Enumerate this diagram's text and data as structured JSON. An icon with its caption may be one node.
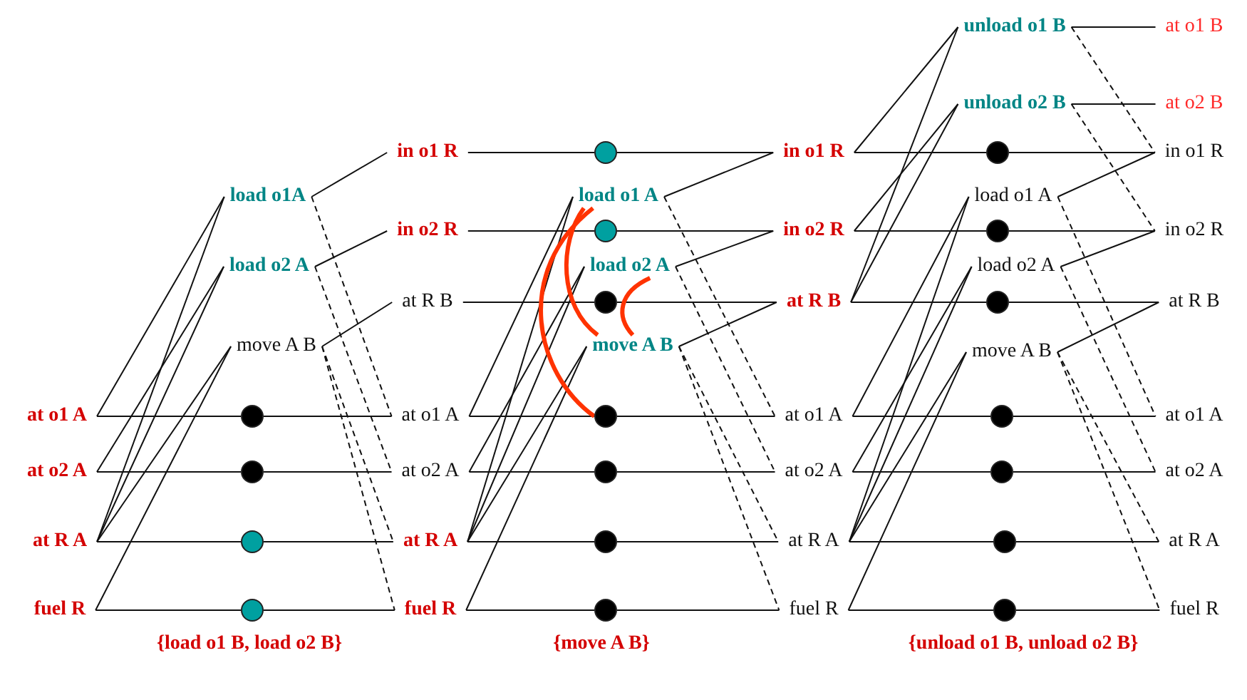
{
  "diagram": {
    "nodes": [
      {
        "text": [
          "at o1 A"
        ]
      },
      {
        "text": [
          "at o2 A"
        ]
      },
      {
        "text": [
          "at R A"
        ]
      },
      {
        "text": [
          "fuel R"
        ]
      },
      {
        "text": [
          "load o1A"
        ]
      },
      {
        "text": [
          "load o2 A"
        ]
      },
      {
        "text": [
          "move A B"
        ]
      },
      {
        "text": [],
        "shape": "circle"
      },
      {
        "text": [],
        "shape": "circle"
      },
      {
        "text": [],
        "shape": "circle"
      },
      {
        "text": [],
        "shape": "circle"
      },
      {
        "text": [
          "in o1 R"
        ]
      },
      {
        "text": [
          "in o2 R"
        ]
      },
      {
        "text": [
          "at R B"
        ]
      },
      {
        "text": [
          "at o1 A"
        ]
      },
      {
        "text": [
          "at o2 A"
        ]
      },
      {
        "text": [
          "at R A"
        ]
      },
      {
        "text": [
          "fuel R"
        ]
      },
      {
        "text": [
          "load o1 A"
        ]
      },
      {
        "text": [
          "load o2 A"
        ]
      },
      {
        "text": [
          "move A B"
        ]
      },
      {
        "text": [],
        "shape": "circle"
      },
      {
        "text": [],
        "shape": "circle"
      },
      {
        "text": [],
        "shape": "circle"
      },
      {
        "text": [],
        "shape": "circle"
      },
      {
        "text": [],
        "shape": "circle"
      },
      {
        "text": [],
        "shape": "circle"
      },
      {
        "text": [],
        "shape": "circle"
      },
      {
        "text": [
          "in o1 R"
        ]
      },
      {
        "text": [
          "in o2 R"
        ]
      },
      {
        "text": [
          "at R B"
        ]
      },
      {
        "text": [
          "at o1 A"
        ]
      },
      {
        "text": [
          "at o2 A"
        ]
      },
      {
        "text": [
          "at R A"
        ]
      },
      {
        "text": [
          "fuel R"
        ]
      },
      {
        "text": [
          "unload o1 B"
        ]
      },
      {
        "text": [
          "unload o2 B"
        ]
      },
      {
        "text": [
          "load o1 A"
        ]
      },
      {
        "text": [
          "load o2 A"
        ]
      },
      {
        "text": [
          "move A B"
        ]
      },
      {
        "text": [],
        "shape": "circle"
      },
      {
        "text": [],
        "shape": "circle"
      },
      {
        "text": [],
        "shape": "circle"
      },
      {
        "text": [],
        "shape": "circle"
      },
      {
        "text": [],
        "shape": "circle"
      },
      {
        "text": [],
        "shape": "circle"
      },
      {
        "text": [],
        "shape": "circle"
      },
      {
        "text": [
          "at o1 B"
        ]
      },
      {
        "text": [
          "at o2 B"
        ]
      },
      {
        "text": [
          "in o1 R"
        ]
      },
      {
        "text": [
          "in o2 R"
        ]
      },
      {
        "text": [
          "at R B"
        ]
      },
      {
        "text": [
          "at o1 A"
        ]
      },
      {
        "text": [
          "at o2 A"
        ]
      },
      {
        "text": [
          "at R A"
        ]
      },
      {
        "text": [
          "fuel R"
        ]
      }
    ],
    "edges": [
      {
        "from": 0,
        "to": 4,
        "arrow": "none"
      },
      {
        "from": 2,
        "to": 4,
        "arrow": "none"
      },
      {
        "from": 1,
        "to": 5,
        "arrow": "none"
      },
      {
        "from": 2,
        "to": 5,
        "arrow": "none"
      },
      {
        "from": 2,
        "to": 6,
        "arrow": "none"
      },
      {
        "from": 3,
        "to": 6,
        "arrow": "none"
      },
      {
        "from": 4,
        "to": 11,
        "arrow": "none"
      },
      {
        "from": 4,
        "to": 14,
        "arrow": "none",
        "style": "dashed"
      },
      {
        "from": 5,
        "to": 12,
        "arrow": "none"
      },
      {
        "from": 5,
        "to": 15,
        "arrow": "none",
        "style": "dashed"
      },
      {
        "from": 6,
        "to": 13,
        "arrow": "none"
      },
      {
        "from": 6,
        "to": 16,
        "arrow": "none",
        "style": "dashed"
      },
      {
        "from": 6,
        "to": 17,
        "arrow": "none",
        "style": "dashed"
      },
      {
        "from": 0,
        "to": 7,
        "arrow": "none"
      },
      {
        "from": 7,
        "to": 14,
        "arrow": "none"
      },
      {
        "from": 1,
        "to": 8,
        "arrow": "none"
      },
      {
        "from": 8,
        "to": 15,
        "arrow": "none"
      },
      {
        "from": 2,
        "to": 9,
        "arrow": "none"
      },
      {
        "from": 9,
        "to": 16,
        "arrow": "none"
      },
      {
        "from": 3,
        "to": 10,
        "arrow": "none"
      },
      {
        "from": 10,
        "to": 17,
        "arrow": "none"
      },
      {
        "from": 14,
        "to": 18,
        "arrow": "none"
      },
      {
        "from": 16,
        "to": 18,
        "arrow": "none"
      },
      {
        "from": 15,
        "to": 19,
        "arrow": "none"
      },
      {
        "from": 16,
        "to": 19,
        "arrow": "none"
      },
      {
        "from": 16,
        "to": 20,
        "arrow": "none"
      },
      {
        "from": 17,
        "to": 20,
        "arrow": "none"
      },
      {
        "from": 18,
        "to": 28,
        "arrow": "none"
      },
      {
        "from": 18,
        "to": 31,
        "arrow": "none",
        "style": "dashed"
      },
      {
        "from": 19,
        "to": 29,
        "arrow": "none"
      },
      {
        "from": 19,
        "to": 32,
        "arrow": "none",
        "style": "dashed"
      },
      {
        "from": 20,
        "to": 30,
        "arrow": "none"
      },
      {
        "from": 20,
        "to": 33,
        "arrow": "none",
        "style": "dashed"
      },
      {
        "from": 20,
        "to": 34,
        "arrow": "none",
        "style": "dashed"
      },
      {
        "from": 11,
        "to": 21,
        "arrow": "none"
      },
      {
        "from": 21,
        "to": 28,
        "arrow": "none"
      },
      {
        "from": 12,
        "to": 22,
        "arrow": "none"
      },
      {
        "from": 22,
        "to": 29,
        "arrow": "none"
      },
      {
        "from": 13,
        "to": 23,
        "arrow": "none"
      },
      {
        "from": 23,
        "to": 30,
        "arrow": "none"
      },
      {
        "from": 14,
        "to": 24,
        "arrow": "none"
      },
      {
        "from": 24,
        "to": 31,
        "arrow": "none"
      },
      {
        "from": 15,
        "to": 25,
        "arrow": "none"
      },
      {
        "from": 25,
        "to": 32,
        "arrow": "none"
      },
      {
        "from": 16,
        "to": 26,
        "arrow": "none"
      },
      {
        "from": 26,
        "to": 33,
        "arrow": "none"
      },
      {
        "from": 17,
        "to": 27,
        "arrow": "none"
      },
      {
        "from": 27,
        "to": 34,
        "arrow": "none"
      },
      {
        "from": 28,
        "to": 35,
        "arrow": "none"
      },
      {
        "from": 30,
        "to": 35,
        "arrow": "none"
      },
      {
        "from": 29,
        "to": 36,
        "arrow": "none"
      },
      {
        "from": 30,
        "to": 36,
        "arrow": "none"
      },
      {
        "from": 31,
        "to": 37,
        "arrow": "none"
      },
      {
        "from": 33,
        "to": 37,
        "arrow": "none"
      },
      {
        "from": 32,
        "to": 38,
        "arrow": "none"
      },
      {
        "from": 33,
        "to": 38,
        "arrow": "none"
      },
      {
        "from": 33,
        "to": 39,
        "arrow": "none"
      },
      {
        "from": 34,
        "to": 39,
        "arrow": "none"
      },
      {
        "from": 35,
        "to": 47,
        "arrow": "none"
      },
      {
        "from": 35,
        "to": 49,
        "arrow": "none",
        "style": "dashed"
      },
      {
        "from": 36,
        "to": 48,
        "arrow": "none"
      },
      {
        "from": 36,
        "to": 50,
        "arrow": "none",
        "style": "dashed"
      },
      {
        "from": 37,
        "to": 49,
        "arrow": "none"
      },
      {
        "from": 37,
        "to": 52,
        "arrow": "none",
        "style": "dashed"
      },
      {
        "from": 38,
        "to": 50,
        "arrow": "none"
      },
      {
        "from": 38,
        "to": 53,
        "arrow": "none",
        "style": "dashed"
      },
      {
        "from": 39,
        "to": 51,
        "arrow": "none"
      },
      {
        "from": 39,
        "to": 54,
        "arrow": "none",
        "style": "dashed"
      },
      {
        "from": 39,
        "to": 55,
        "arrow": "none",
        "style": "dashed"
      },
      {
        "from": 28,
        "to": 40,
        "arrow": "none"
      },
      {
        "from": 40,
        "to": 49,
        "arrow": "none"
      },
      {
        "from": 29,
        "to": 41,
        "arrow": "none"
      },
      {
        "from": 41,
        "to": 50,
        "arrow": "none"
      },
      {
        "from": 30,
        "to": 42,
        "arrow": "none"
      },
      {
        "from": 42,
        "to": 51,
        "arrow": "none"
      },
      {
        "from": 31,
        "to": 43,
        "arrow": "none"
      },
      {
        "from": 43,
        "to": 52,
        "arrow": "none"
      },
      {
        "from": 32,
        "to": 44,
        "arrow": "none"
      },
      {
        "from": 44,
        "to": 53,
        "arrow": "none"
      },
      {
        "from": 33,
        "to": 45,
        "arrow": "none"
      },
      {
        "from": 45,
        "to": 54,
        "arrow": "none"
      },
      {
        "from": 34,
        "to": 46,
        "arrow": "none"
      },
      {
        "from": 46,
        "to": 55,
        "arrow": "none"
      },
      {
        "from": 18,
        "to": 24,
        "arrow": "none",
        "style": "thick",
        "color": "#ff3300"
      },
      {
        "from": 18,
        "to": 20,
        "arrow": "none",
        "style": "thick",
        "color": "#ff3300"
      },
      {
        "from": 19,
        "to": 20,
        "arrow": "none",
        "style": "thick",
        "color": "#ff3300"
      }
    ],
    "labels": [
      "{load o1 B, load o2 B}",
      "{move A B}",
      "{unload o1 B, unload o2 B}"
    ]
  }
}
